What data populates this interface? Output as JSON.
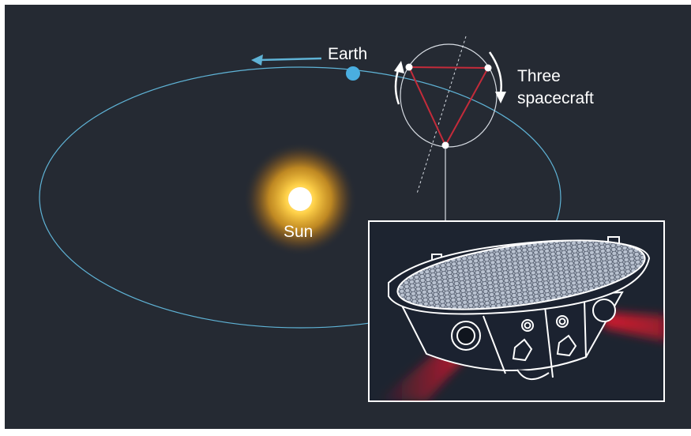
{
  "labels": {
    "earth": "Earth",
    "sun": "Sun",
    "spacecraft_line1": "Three",
    "spacecraft_line2": "spacecraft"
  },
  "colors": {
    "background": "#252a33",
    "orbit": "#5fb3d6",
    "earth": "#4aaee0",
    "sun_core": "#ffffff",
    "sun_glow": "#f2a81d",
    "triangle": "#c42b3a",
    "laser": "#e0182d",
    "inset_background": "#1d2430",
    "line": "#ffffff"
  },
  "icons": [
    "sun-icon",
    "earth-icon",
    "spacecraft-illustration",
    "motion-arrow-icon"
  ]
}
